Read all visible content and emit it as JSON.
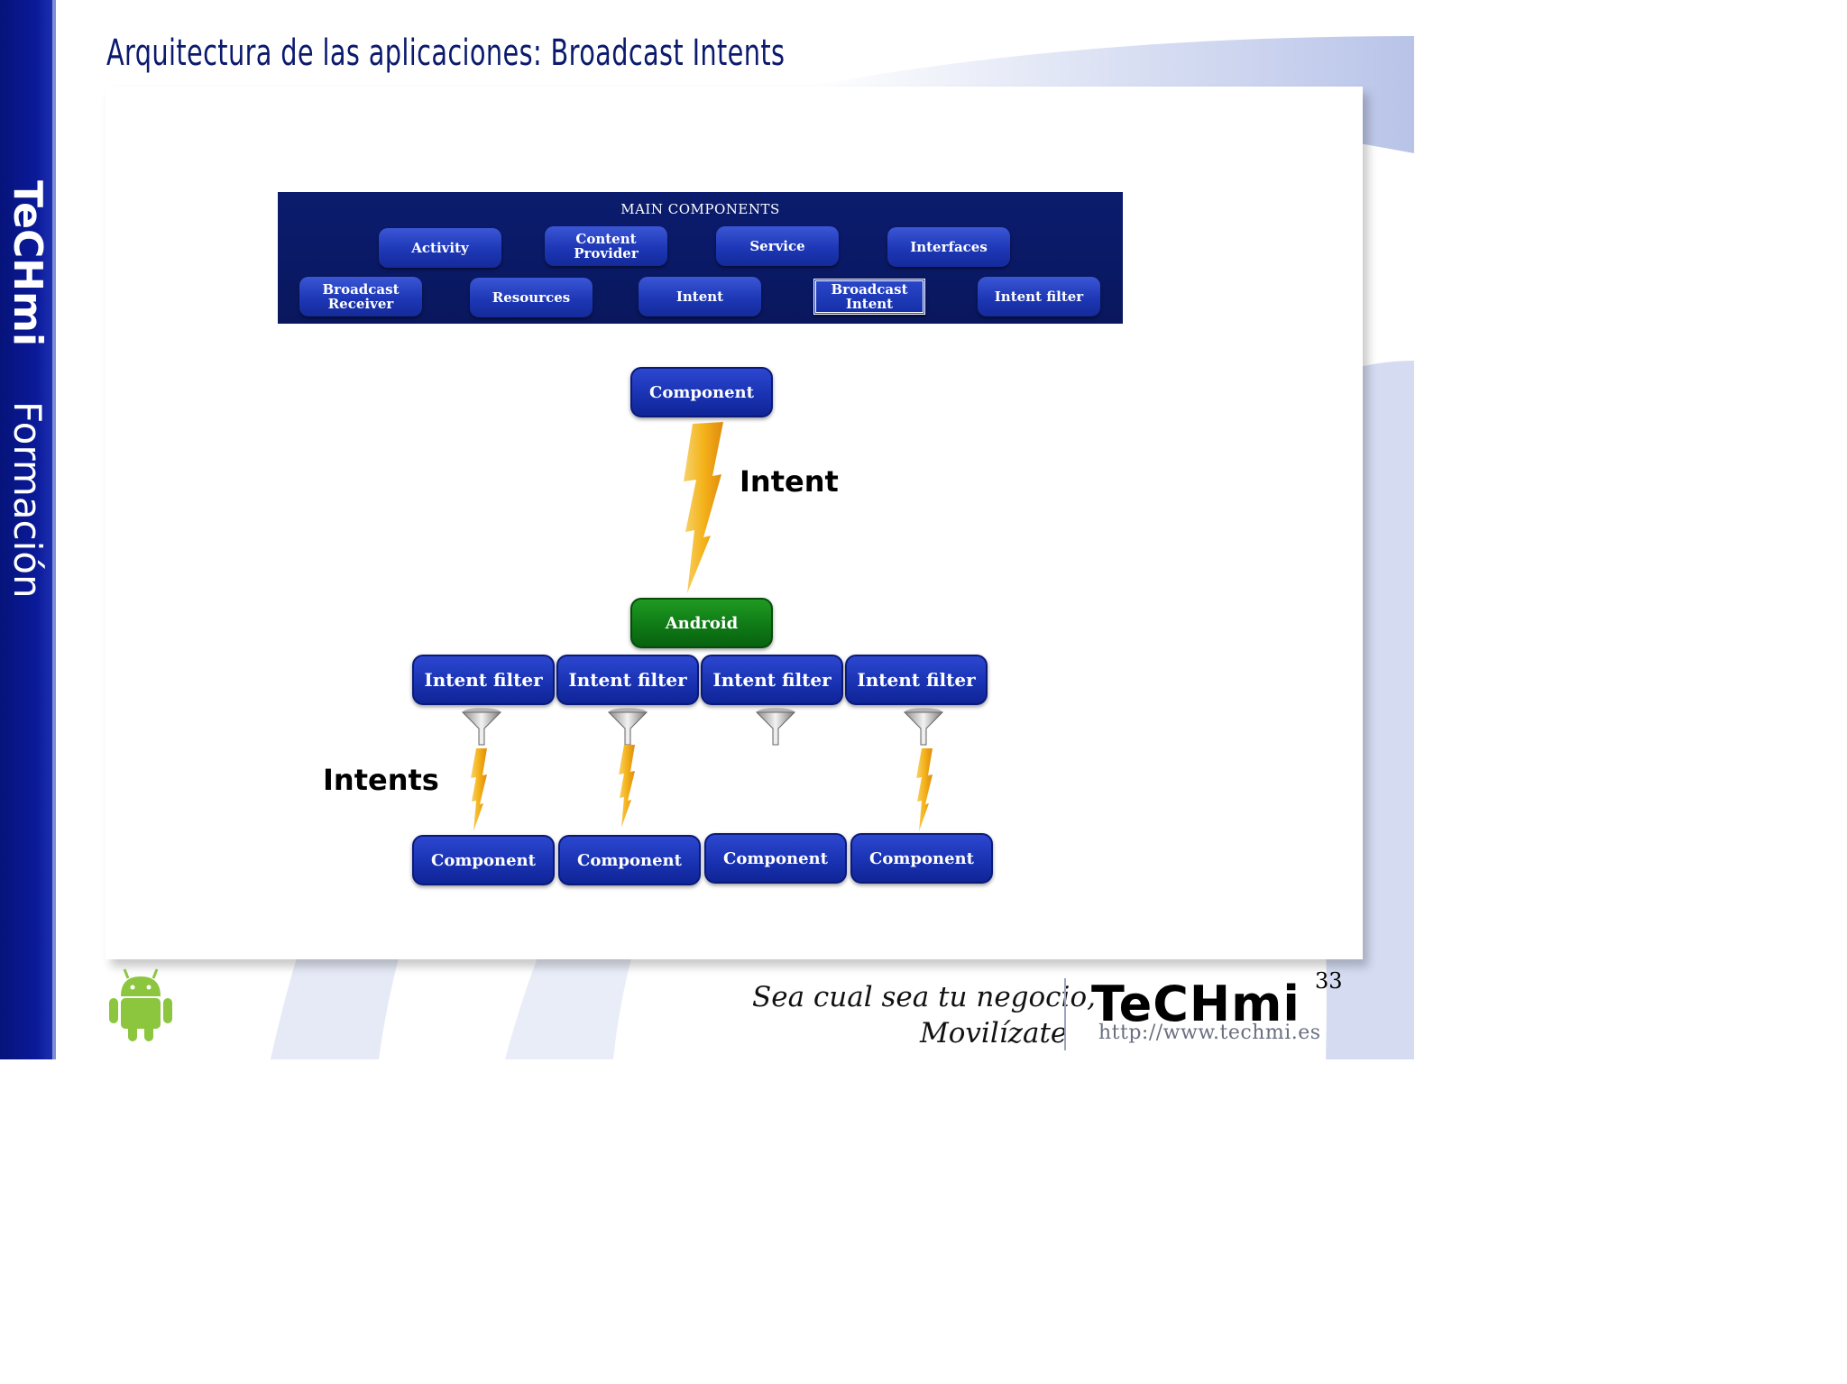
{
  "title": "Arquitectura de las aplicaciones: Broadcast Intents",
  "sidebar": {
    "brand": "TeCHmi",
    "subtitle": "Formación"
  },
  "main_components": {
    "heading": "MAIN COMPONENTS",
    "items": [
      "Activity",
      "Content\nProvider",
      "Service",
      "Interfaces",
      "Broadcast\nReceiver",
      "Resources",
      "Intent",
      "Broadcast\nIntent",
      "Intent filter"
    ],
    "selected": "Broadcast\nIntent"
  },
  "diagram": {
    "source_component": "Component",
    "intent_label": "Intent",
    "android": "Android",
    "intent_filters": [
      "Intent filter",
      "Intent filter",
      "Intent filter",
      "Intent filter"
    ],
    "intents_label": "Intents",
    "target_components": [
      "Component",
      "Component",
      "Component",
      "Component"
    ]
  },
  "footer": {
    "page_number": "33",
    "slogan_line1": "Sea cual sea tu negocio,",
    "slogan_line2": "Movilízate",
    "logo": "TeCHmi",
    "url": "http://www.techmi.es"
  },
  "colors": {
    "sidebar": "#0a1a99",
    "banner": "#0b1c6e",
    "button": "#1a33b3",
    "android_button": "#0f7a16",
    "bolt": "#f4b21a"
  },
  "icons": [
    "android-robot-icon",
    "funnel-icon",
    "lightning-bolt-icon"
  ]
}
